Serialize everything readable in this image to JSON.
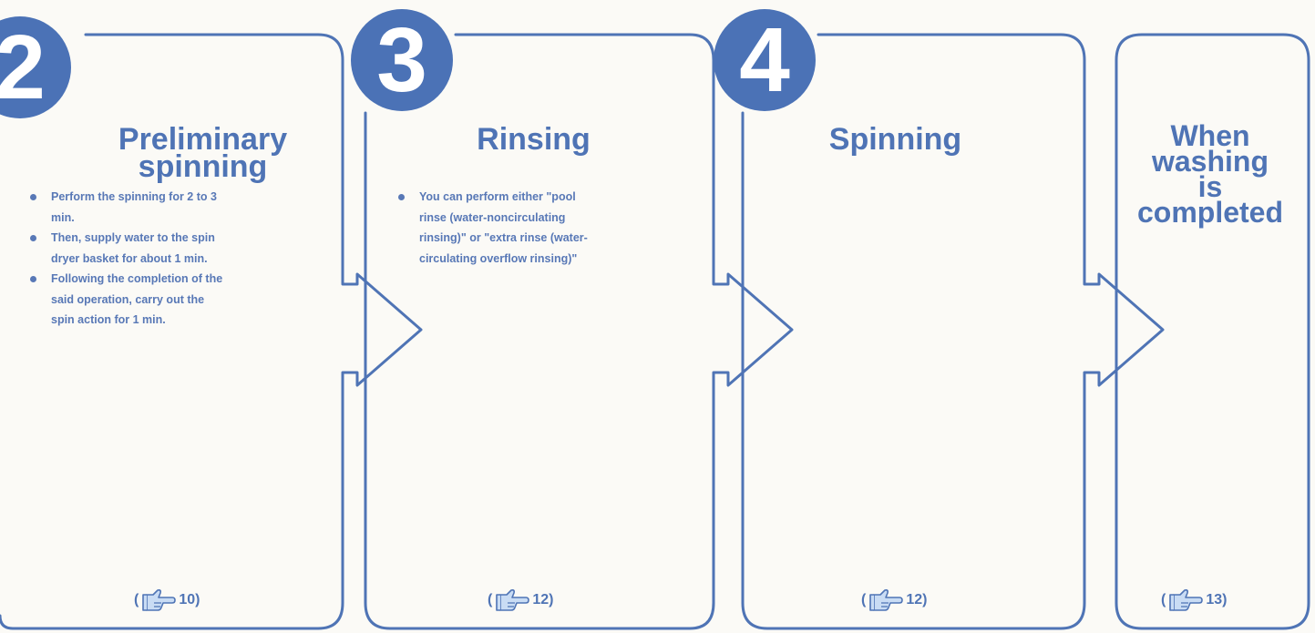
{
  "steps": [
    {
      "number": "2",
      "title": "Preliminary spinning",
      "bullets": [
        "Perform the spinning for 2 to 3\nmin.",
        "Then, supply water to the spin\ndryer basket for about 1 min.",
        "Following the completion of the\nsaid operation, carry out the\nspin action for 1 min."
      ],
      "page_ref": {
        "open": "(",
        "icon": "pointing-hand-icon",
        "page": "10)"
      }
    },
    {
      "number": "3",
      "title": "Rinsing",
      "bullets": [
        "You can perform either \"pool\nrinse (water-noncirculating\nrinsing)\" or \"extra rinse (water-\ncirculating overflow rinsing)\""
      ],
      "page_ref": {
        "open": "(",
        "icon": "pointing-hand-icon",
        "page": "12)"
      }
    },
    {
      "number": "4",
      "title": "Spinning",
      "bullets": [],
      "page_ref": {
        "open": "(",
        "icon": "pointing-hand-icon",
        "page": "12)"
      }
    },
    {
      "title": "When washing is completed",
      "title_lines": [
        "When",
        "washing",
        "is",
        "completed"
      ],
      "bullets": [],
      "page_ref": {
        "open": "(",
        "icon": "pointing-hand-icon",
        "page": "13)"
      }
    }
  ],
  "colors": {
    "line": "#4f74b5",
    "badge": "#4b72b6",
    "text": "#4f74b5",
    "icon_fill": "#c9dcf4",
    "background": "#fbfaf6"
  }
}
